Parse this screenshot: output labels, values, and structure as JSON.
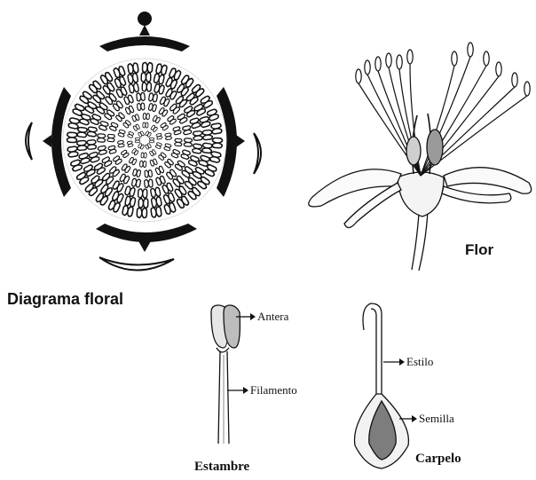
{
  "labels": {
    "diagrama": "Diagrama floral",
    "flor": "Flor",
    "antera": "Antera",
    "filamento": "Filamento",
    "estambre": "Estambre",
    "estilo": "Estilo",
    "semilla": "Semilla",
    "carpelo": "Carpelo"
  },
  "colors": {
    "ink": "#111111",
    "paper": "#ffffff"
  }
}
